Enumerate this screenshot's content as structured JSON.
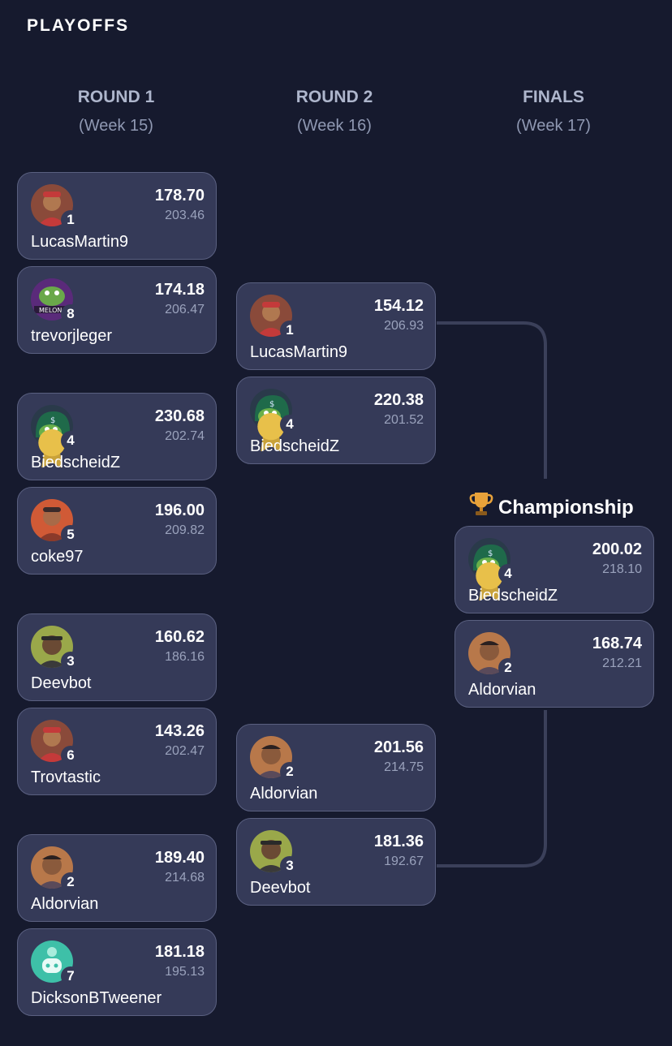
{
  "page_title": "PLAYOFFS",
  "rounds": [
    {
      "name": "ROUND 1",
      "week": "(Week 15)"
    },
    {
      "name": "ROUND 2",
      "week": "(Week 16)"
    },
    {
      "name": "FINALS",
      "week": "(Week 17)"
    }
  ],
  "championship_label": "Championship",
  "colors": {
    "background": "#161a2e",
    "card": "#353a58",
    "card_border": "#5a6080",
    "connector": "#3b405a",
    "medal": "#e8c04a"
  },
  "teams": {
    "r1_1": {
      "seed": "1",
      "score": "178.70",
      "proj": "203.46",
      "name": "LucasMartin9",
      "avatar": "person-red-avatar"
    },
    "r1_2": {
      "seed": "8",
      "score": "174.18",
      "proj": "206.47",
      "name": "trevorjleger",
      "avatar": "melon-frog-avatar"
    },
    "r1_3": {
      "seed": "4",
      "score": "230.68",
      "proj": "202.74",
      "name": "BiedscheidZ",
      "avatar": "frog-helmet-avatar"
    },
    "r1_4": {
      "seed": "5",
      "score": "196.00",
      "proj": "209.82",
      "name": "coke97",
      "avatar": "person-orange-avatar"
    },
    "r1_5": {
      "seed": "3",
      "score": "160.62",
      "proj": "186.16",
      "name": "Deevbot",
      "avatar": "person-headband-avatar"
    },
    "r1_6": {
      "seed": "6",
      "score": "143.26",
      "proj": "202.47",
      "name": "Trovtastic",
      "avatar": "person-red-avatar"
    },
    "r1_7": {
      "seed": "2",
      "score": "189.40",
      "proj": "214.68",
      "name": "Aldorvian",
      "avatar": "person-brown-avatar"
    },
    "r1_8": {
      "seed": "7",
      "score": "181.18",
      "proj": "195.13",
      "name": "DicksonBTweener",
      "avatar": "robot-teal-avatar"
    },
    "r2_1": {
      "seed": "1",
      "score": "154.12",
      "proj": "206.93",
      "name": "LucasMartin9",
      "avatar": "person-red-avatar"
    },
    "r2_2": {
      "seed": "4",
      "score": "220.38",
      "proj": "201.52",
      "name": "BiedscheidZ",
      "avatar": "frog-helmet-avatar"
    },
    "r2_3": {
      "seed": "2",
      "score": "201.56",
      "proj": "214.75",
      "name": "Aldorvian",
      "avatar": "person-brown-avatar"
    },
    "r2_4": {
      "seed": "3",
      "score": "181.36",
      "proj": "192.67",
      "name": "Deevbot",
      "avatar": "person-headband-avatar"
    },
    "f_1": {
      "seed": "4",
      "score": "200.02",
      "proj": "218.10",
      "name": "BiedscheidZ",
      "avatar": "frog-helmet-avatar"
    },
    "f_2": {
      "seed": "2",
      "score": "168.74",
      "proj": "212.21",
      "name": "Aldorvian",
      "avatar": "person-brown-avatar"
    }
  }
}
